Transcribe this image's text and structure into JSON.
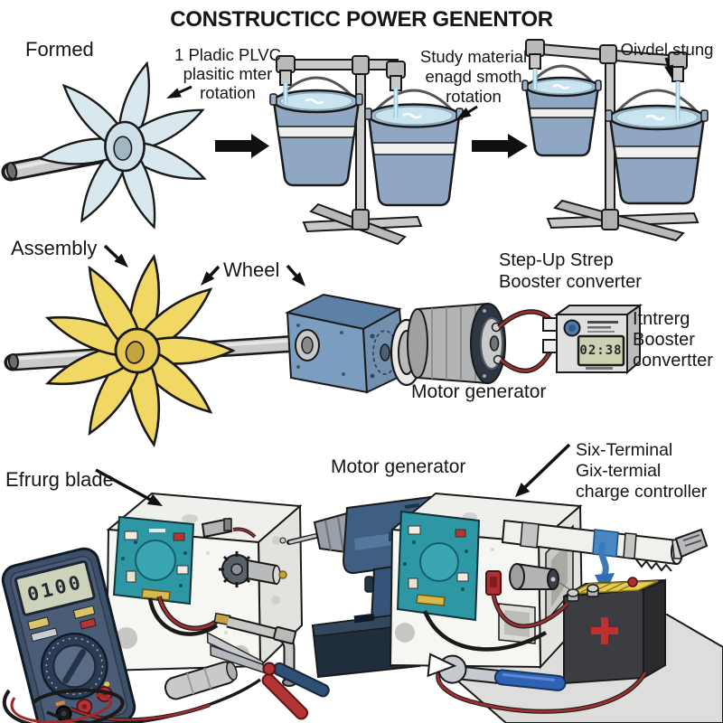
{
  "title": "CONSTRUCTICC POWER GENENTOR",
  "labels": {
    "formed": "Formed",
    "plastic_rotor": {
      "line1": "1 Pladic PLVC",
      "line2": "plasitic mter",
      "line3": "rotation"
    },
    "study_material": {
      "line1": "Study material",
      "line2": "enagd smoth",
      "line3": "rotation"
    },
    "oivdel": "Oivdel stung",
    "assembly": "Assembly",
    "wheel": "Wheel",
    "step_up": {
      "line1": "Step-Up Strep",
      "line2": "Booster converter"
    },
    "itntrerg": {
      "line1": "Itntrerg",
      "line2": "Booster",
      "line3": "convertter"
    },
    "motor_generator_mid": "Motor generator",
    "efrurg": "Efrurg blade",
    "motor_generator_bottom": "Motor generator",
    "six_terminal": {
      "line1": "Six-Terminal",
      "line2": "Gix-termial",
      "line3": "charge controller"
    }
  },
  "displays": {
    "multimeter": "0100",
    "booster": "02:38"
  },
  "colors": {
    "fan_blue": "#d8e8ee",
    "fan_yellow": "#f1d763",
    "bucket_blue": "#8fa7c2",
    "board_teal": "#2d97a4",
    "wire_red": "#9e2b2b",
    "battery_yellow": "#e5cf50",
    "tape_blue": "#4a86c2",
    "drill_blue": "#3e5f82"
  }
}
